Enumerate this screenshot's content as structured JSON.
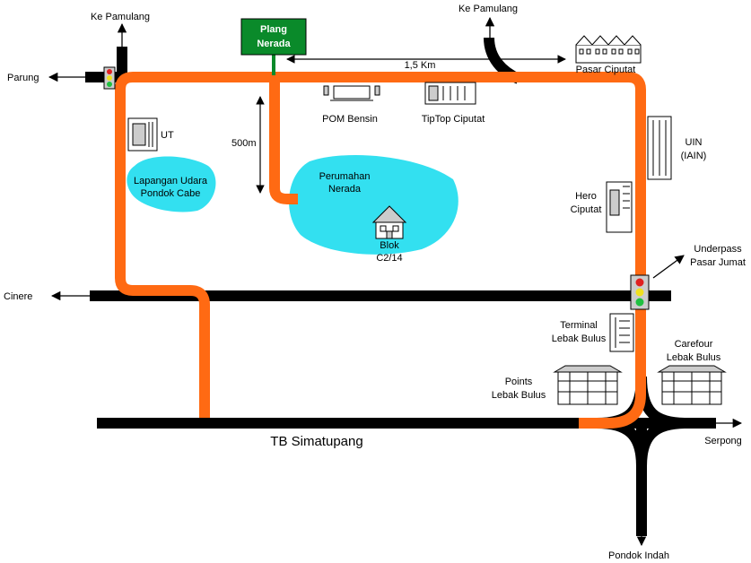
{
  "labels": {
    "ke_pamulang_left": "Ke Pamulang",
    "ke_pamulang_right": "Ke Pamulang",
    "parung": "Parung",
    "plang_line1": "Plang",
    "plang_line2": "Nerada",
    "distance_h": "1,5 Km",
    "distance_v": "500m",
    "pasar_ciputat": "Pasar Ciputat",
    "pom_bensin": "POM Bensin",
    "tiptop": "TipTop Ciputat",
    "ut": "UT",
    "uin_line1": "UIN",
    "uin_line2": "(IAIN)",
    "lapangan_line1": "Lapangan Udara",
    "lapangan_line2": "Pondok Cabe",
    "perumahan_line1": "Perumahan",
    "perumahan_line2": "Nerada",
    "blok_line1": "Blok",
    "blok_line2": "C2/14",
    "hero_line1": "Hero",
    "hero_line2": "Ciputat",
    "underpass_line1": "Underpass",
    "underpass_line2": "Pasar Jumat",
    "cinere": "Cinere",
    "terminal_line1": "Terminal",
    "terminal_line2": "Lebak Bulus",
    "carefour_line1": "Carefour",
    "carefour_line2": "Lebak Bulus",
    "points_line1": "Points",
    "points_line2": "Lebak Bulus",
    "tb_simatupang": "TB Simatupang",
    "serpong": "Serpong",
    "pondok_indah": "Pondok Indah"
  },
  "colors": {
    "route": "#ff6a13",
    "road": "#000000",
    "water": "#33e0f0",
    "sign": "#0a8a2a",
    "light_red": "#e02020",
    "light_yellow": "#f0e020",
    "light_green": "#20c040"
  }
}
